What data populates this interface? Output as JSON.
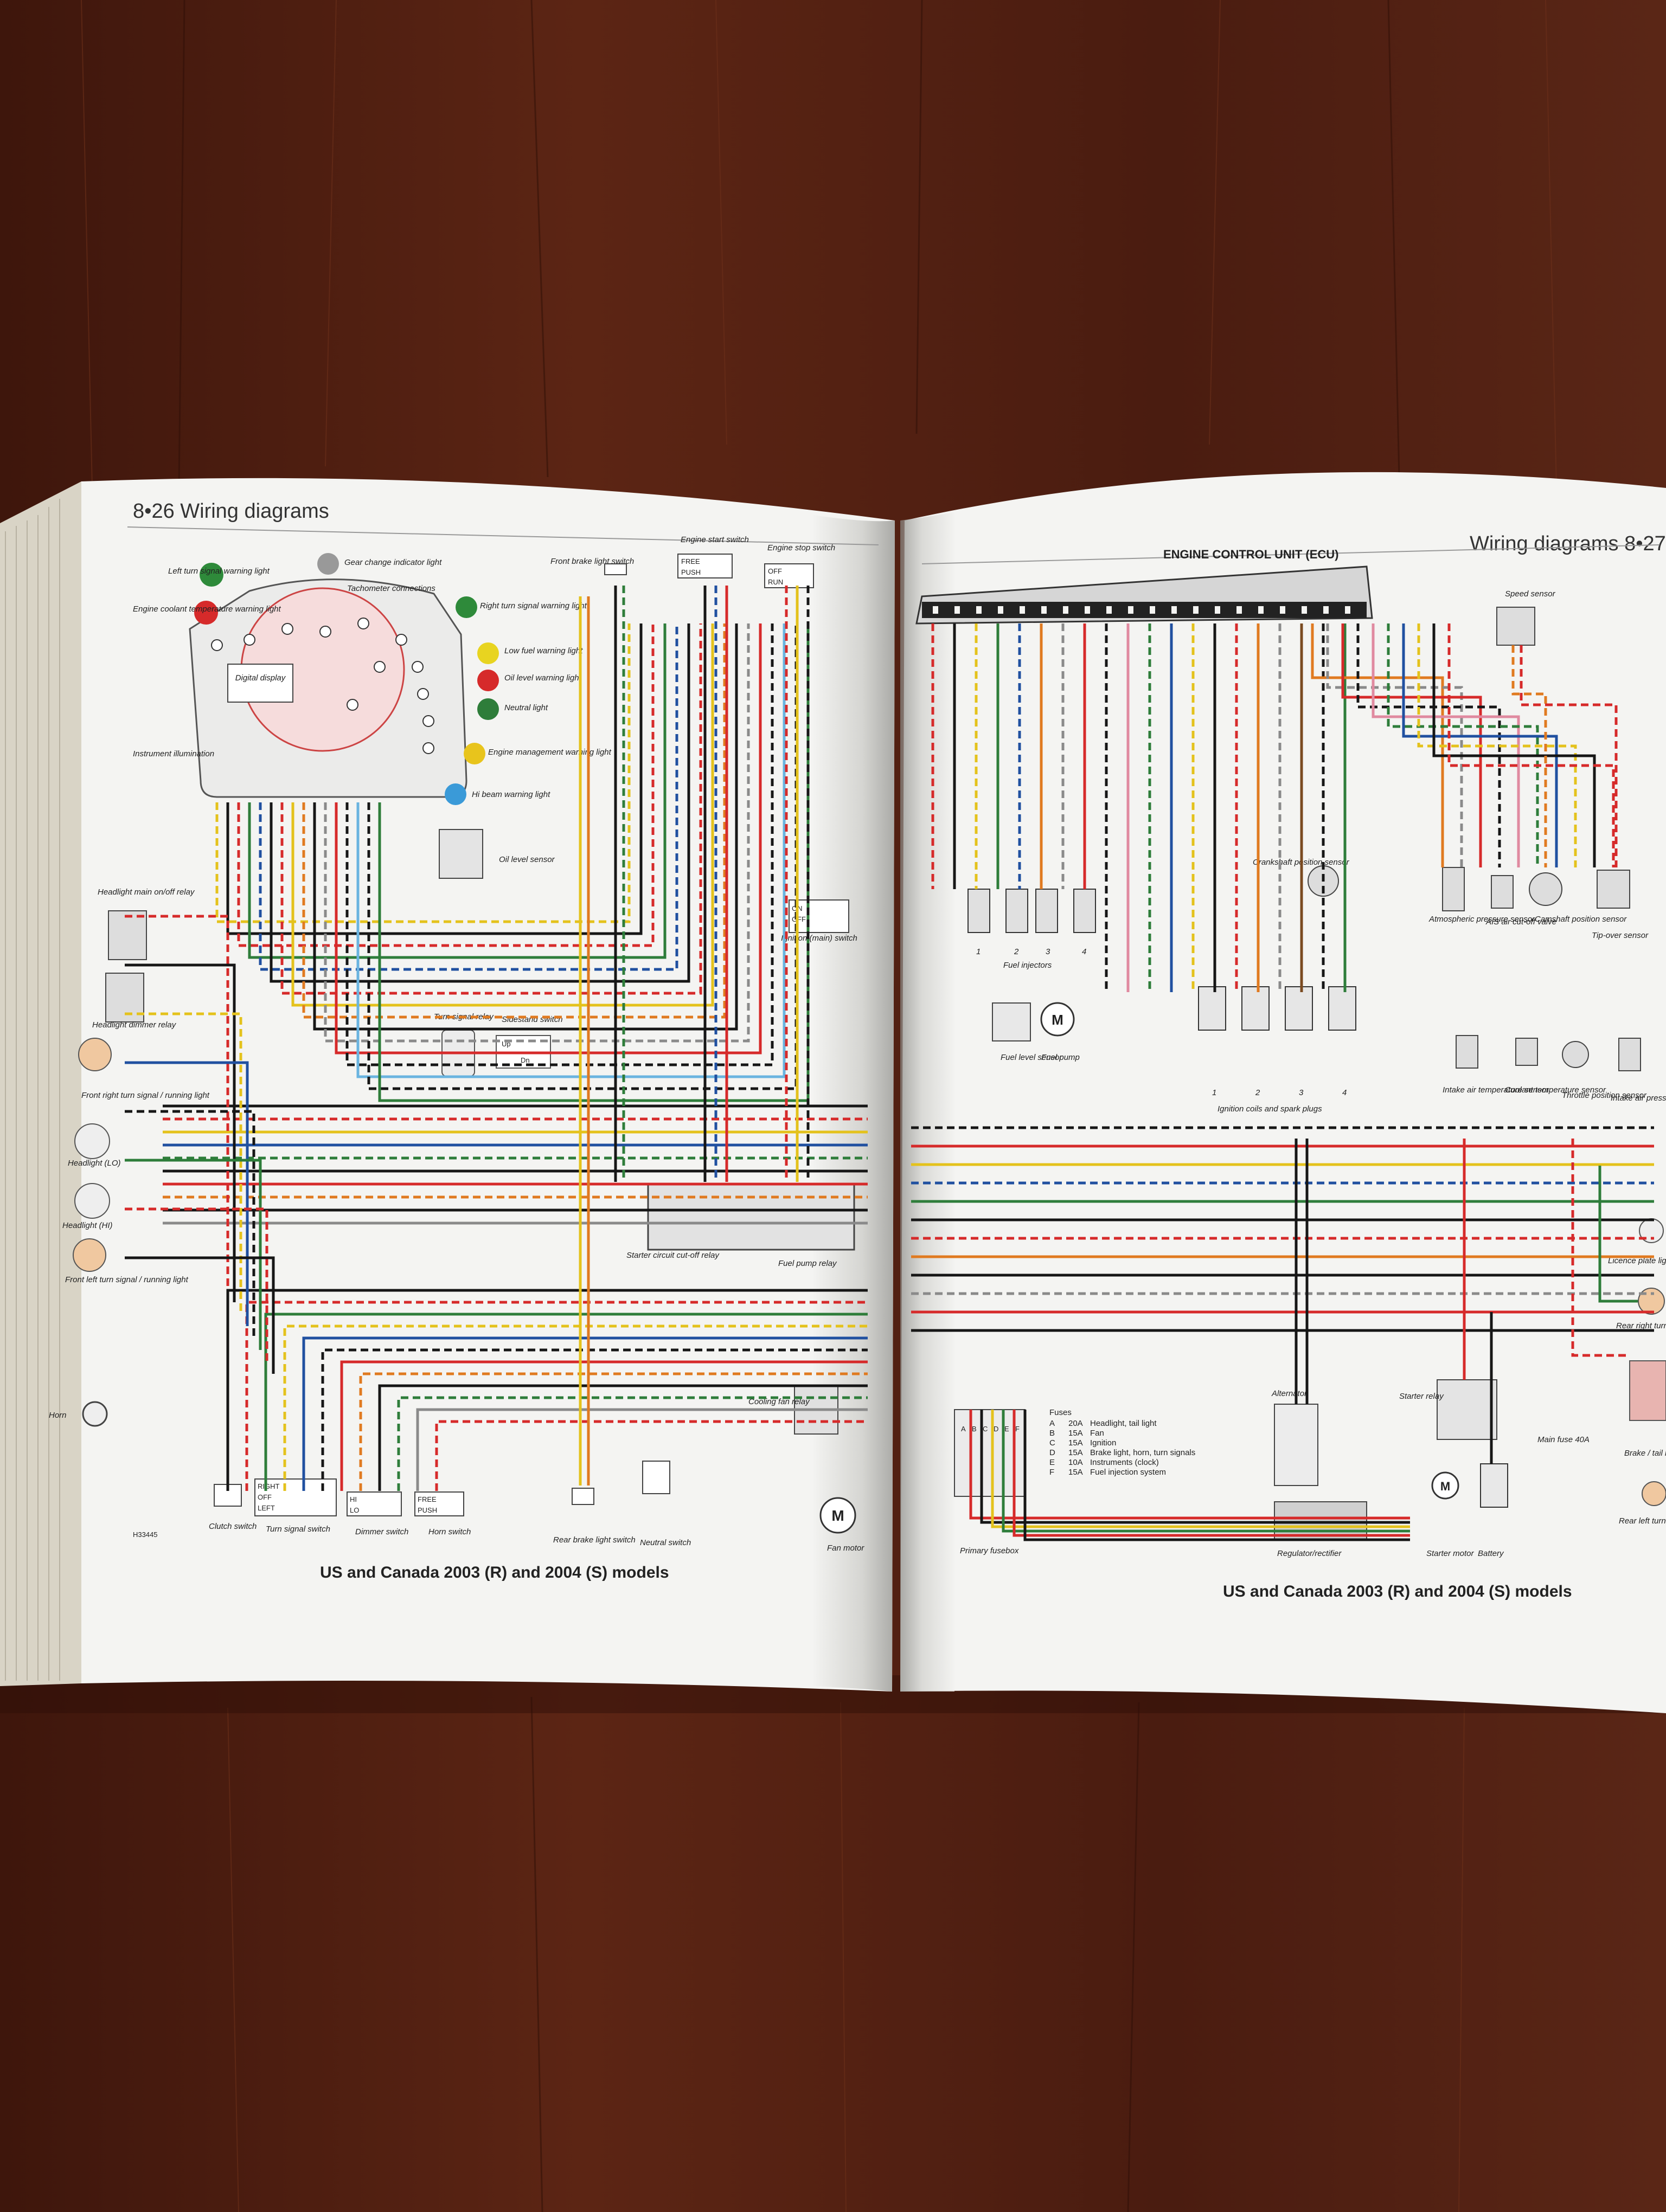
{
  "colors": {
    "table": "#5a2414",
    "page": "#f4f4f2",
    "red": "#d62a2a",
    "black": "#161616",
    "yellow": "#e4c21c",
    "green": "#2e7d3a",
    "blue": "#2050a0",
    "orange": "#e07a20",
    "gray": "#8a8a8a",
    "brown": "#7a4a20",
    "pink": "#e08aa0",
    "lightblue": "#6ab4e0"
  },
  "left_page": {
    "header": "8•26  Wiring diagrams",
    "caption": "US and Canada 2003 (R) and 2004 (S) models",
    "code": "H33445",
    "labels": {
      "left_turn": "Left turn signal warning light",
      "coolant": "Engine coolant temperature warning light",
      "gear": "Gear change indicator light",
      "tacho": "Tachometer connections",
      "right_turn": "Right turn signal warning light",
      "low_fuel": "Low fuel warning light",
      "oil_level_w": "Oil level warning light",
      "neutral": "Neutral light",
      "eng_mgmt": "Engine management warning light",
      "hi_beam": "Hi beam warning light",
      "digital": "Digital display",
      "instr_illum": "Instrument illumination",
      "front_brake": "Front brake light switch",
      "engine_start": "Engine start switch",
      "engine_stop": "Engine stop switch",
      "free": "FREE",
      "push": "PUSH",
      "off": "OFF",
      "run": "RUN",
      "on": "ON",
      "oil_sensor": "Oil level sensor",
      "ignition": "Ignition (main) switch",
      "hl_relay": "Headlight main on/off relay",
      "hl_dimmer": "Headlight dimmer relay",
      "front_right": "Front right turn signal / running light",
      "hl_lo": "Headlight (LO)",
      "hl_hi": "Headlight (HI)",
      "front_left": "Front left turn signal / running light",
      "ts_relay": "Turn signal relay",
      "sidestand": "Sidestand switch",
      "up": "Up",
      "dn": "Dn",
      "starter_cut": "Starter circuit cut-off relay",
      "fuel_pump_relay": "Fuel pump relay",
      "horn": "Horn",
      "clutch": "Clutch switch",
      "turn_sw": "Turn signal switch",
      "dimmer": "Dimmer switch",
      "horn_sw": "Horn switch",
      "right": "RIGHT",
      "left": "LEFT",
      "hi": "HI",
      "lo": "LO",
      "rear_brake": "Rear brake light switch",
      "neutral_sw": "Neutral switch",
      "cooling_relay": "Cooling fan relay",
      "fan_motor": "Fan motor",
      "m": "M"
    }
  },
  "right_page": {
    "header": "Wiring diagrams  8•27",
    "ecu_title": "ENGINE CONTROL UNIT (ECU)",
    "caption": "US and Canada 2003 (R) and 2004 (S) models",
    "labels": {
      "speed": "Speed sensor",
      "crank": "Crankshaft position sensor",
      "atmos": "Atmospheric pressure sensor",
      "ais": "AIS air cut-off valve",
      "cam": "Camshaft position sensor",
      "tipover": "Tip-over sensor",
      "injectors": "Fuel injectors",
      "coils": "Ignition coils and spark plugs",
      "fuel_level": "Fuel level sensor",
      "fuel_pump": "Fuel pump",
      "intake_temp": "Intake air temperature sensor",
      "coolant_temp": "Coolant temperature sensor",
      "throttle": "Throttle position sensor",
      "intake_press": "Intake air pressure sensor",
      "licence": "Licence plate light",
      "rear_right": "Rear right turn signal",
      "brake_light": "Brake / tail light",
      "rear_left": "Rear left turn signal",
      "alternator": "Alternator",
      "reg_rect": "Regulator/rectifier",
      "starter_relay": "Starter relay",
      "main_fuse": "Main fuse 40A",
      "starter_motor": "Starter motor",
      "battery": "Battery",
      "primary_fusebox": "Primary fusebox",
      "fuses_title": "Fuses",
      "m": "M"
    },
    "numbers": [
      "1",
      "2",
      "3",
      "4"
    ],
    "fuse_letters": [
      "A",
      "B",
      "C",
      "D",
      "E",
      "F"
    ],
    "fuses": [
      {
        "id": "A",
        "amp": "20A",
        "circuit": "Headlight, tail light"
      },
      {
        "id": "B",
        "amp": "15A",
        "circuit": "Fan"
      },
      {
        "id": "C",
        "amp": "15A",
        "circuit": "Ignition"
      },
      {
        "id": "D",
        "amp": "15A",
        "circuit": "Brake light, horn, turn signals"
      },
      {
        "id": "E",
        "amp": "10A",
        "circuit": "Instruments (clock)"
      },
      {
        "id": "F",
        "amp": "15A",
        "circuit": "Fuel injection system"
      }
    ]
  }
}
